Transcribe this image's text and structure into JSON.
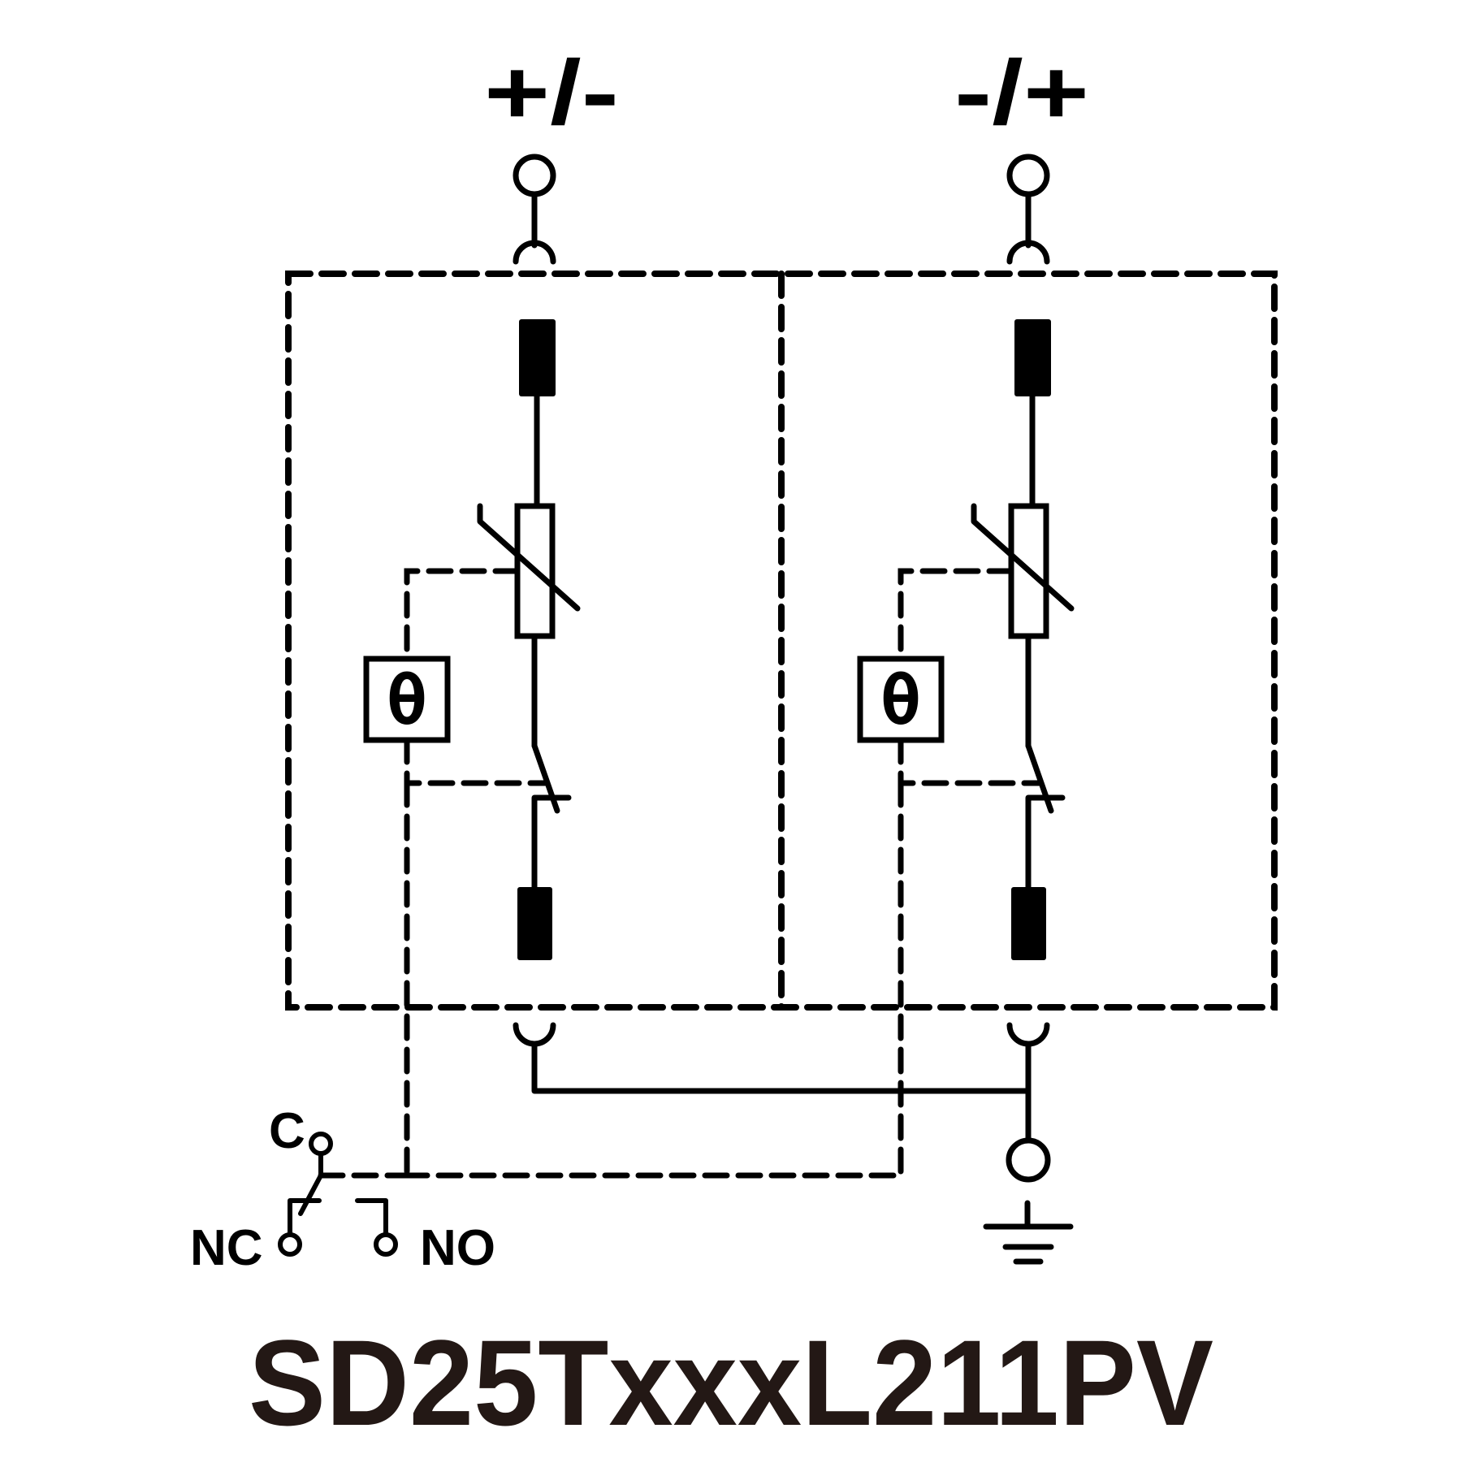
{
  "diagram": {
    "type": "surge-protection-device-wiring-schematic",
    "model": "SD25TxxxL211PV",
    "terminals": {
      "left_label": "+/-",
      "right_label": "-/+"
    },
    "modules": [
      {
        "name": "left-module",
        "thermal_symbol": "θ"
      },
      {
        "name": "right-module",
        "thermal_symbol": "θ"
      }
    ],
    "remote_signal": {
      "common_label": "C",
      "normally_closed_label": "NC",
      "normally_open_label": "NO"
    },
    "ground": {
      "icon": "earth-ground-icon"
    },
    "colors": {
      "line": "#000000",
      "title": "#231815",
      "background": "#ffffff"
    }
  }
}
